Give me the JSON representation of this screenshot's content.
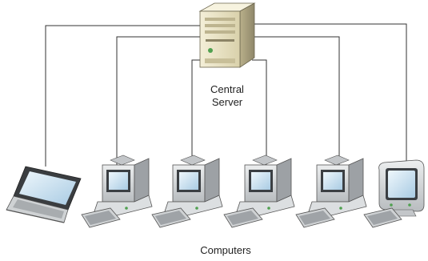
{
  "server": {
    "label_line1": "Central",
    "label_line2": "Server",
    "icon": "server-tower-icon"
  },
  "clients": {
    "label": "Computers",
    "items": [
      {
        "icon": "laptop-icon"
      },
      {
        "icon": "desktop-computer-icon"
      },
      {
        "icon": "desktop-computer-icon"
      },
      {
        "icon": "desktop-computer-icon"
      },
      {
        "icon": "desktop-computer-icon"
      },
      {
        "icon": "crt-monitor-icon"
      }
    ]
  },
  "colors": {
    "line": "#333333",
    "server_body": "#e8e2c4",
    "device_body": "#d4d6d8",
    "screen": "#d9ecf7",
    "accent_green": "#4fa04f"
  }
}
